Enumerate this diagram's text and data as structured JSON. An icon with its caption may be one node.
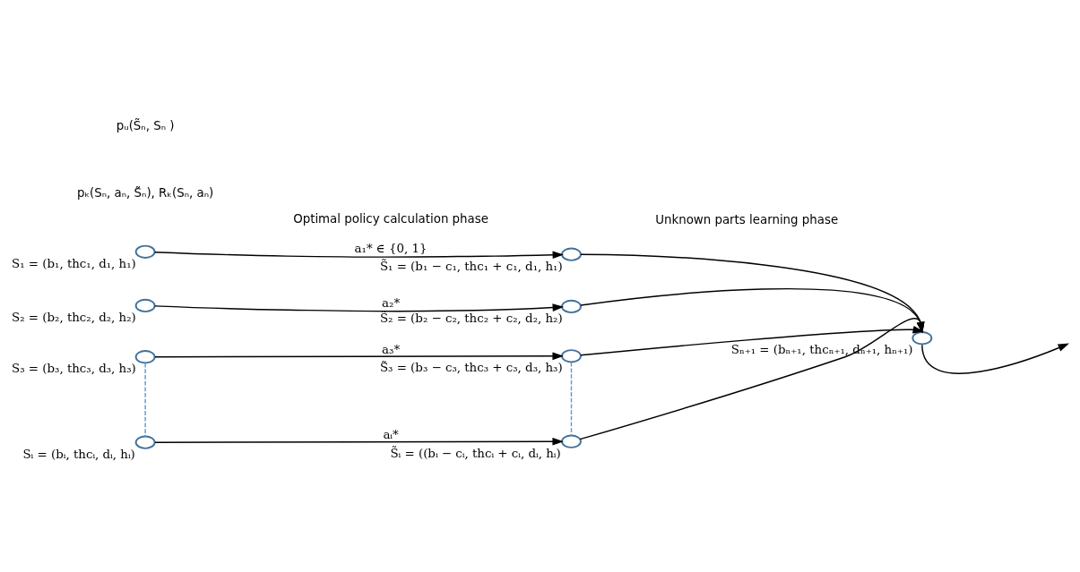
{
  "diagram": {
    "nodes": [
      {
        "text": [],
        "shape": "circle",
        "beside": [
          "S₁ = (b₁, thc₁, d₁, h₁)"
        ]
      },
      {
        "text": [],
        "shape": "circle",
        "beside": [
          "S₂ = (b₂, thc₂, d₂, h₂)"
        ]
      },
      {
        "text": [],
        "shape": "circle",
        "beside": [
          "S₃ = (b₃, thc₃, d₃, h₃)"
        ]
      },
      {
        "text": [],
        "shape": "circle",
        "beside": [
          "Sᵢ = (bᵢ, thcᵢ, dᵢ, hᵢ)"
        ]
      },
      {
        "text": [],
        "shape": "circle",
        "beside": [
          "S̃₁ = (b₁ − c₁, thc₁ + c₁, d₁, h₁)"
        ]
      },
      {
        "text": [],
        "shape": "circle",
        "beside": [
          "S̃₂ = (b₂ − c₂, thc₂ + c₂, d₂, h₂)"
        ]
      },
      {
        "text": [],
        "shape": "circle",
        "beside": [
          "S̃₃ = (b₃ − c₃, thc₃ + c₃, d₃, h₃)"
        ]
      },
      {
        "text": [],
        "shape": "circle",
        "beside": [
          "S̃ᵢ = ((bᵢ − cᵢ, thcᵢ + cᵢ, dᵢ, hᵢ)"
        ]
      },
      {
        "text": [],
        "shape": "circle",
        "beside": [
          "Sₙ₊₁ = (bₙ₊₁, thcₙ₊₁, dₙ₊₁, hₙ₊₁)"
        ]
      }
    ],
    "edges": [
      {
        "from": 0,
        "to": 4,
        "arrow": "to",
        "label": "a₁* ∈ {0, 1}"
      },
      {
        "from": 1,
        "to": 5,
        "arrow": "to",
        "label": "a₂*"
      },
      {
        "from": 2,
        "to": 6,
        "arrow": "to",
        "label": "a₃*"
      },
      {
        "from": 3,
        "to": 7,
        "arrow": "to",
        "label": "aᵢ*"
      },
      {
        "from": 4,
        "to": 8,
        "arrow": "to"
      },
      {
        "from": 5,
        "to": 8,
        "arrow": "to"
      },
      {
        "from": 6,
        "to": 8,
        "arrow": "to"
      },
      {
        "from": 7,
        "to": 8,
        "arrow": "to"
      },
      {
        "from": 2,
        "to": 3,
        "arrow": "none",
        "style": "dashed",
        "color": "#5b9bd5"
      },
      {
        "from": 6,
        "to": 7,
        "arrow": "none",
        "style": "dashed",
        "color": "#5b9bd5"
      },
      {
        "from": 8,
        "to": null,
        "arrow": "to"
      }
    ],
    "labels": [
      "pₖ(Sₙ, aₙ, S̃ₙ), Rₖ(Sₙ, aₙ)",
      "pᵤ(S̃ₙ, Sₙ )",
      "Optimal policy calculation phase",
      "Unknown parts learning phase"
    ]
  }
}
